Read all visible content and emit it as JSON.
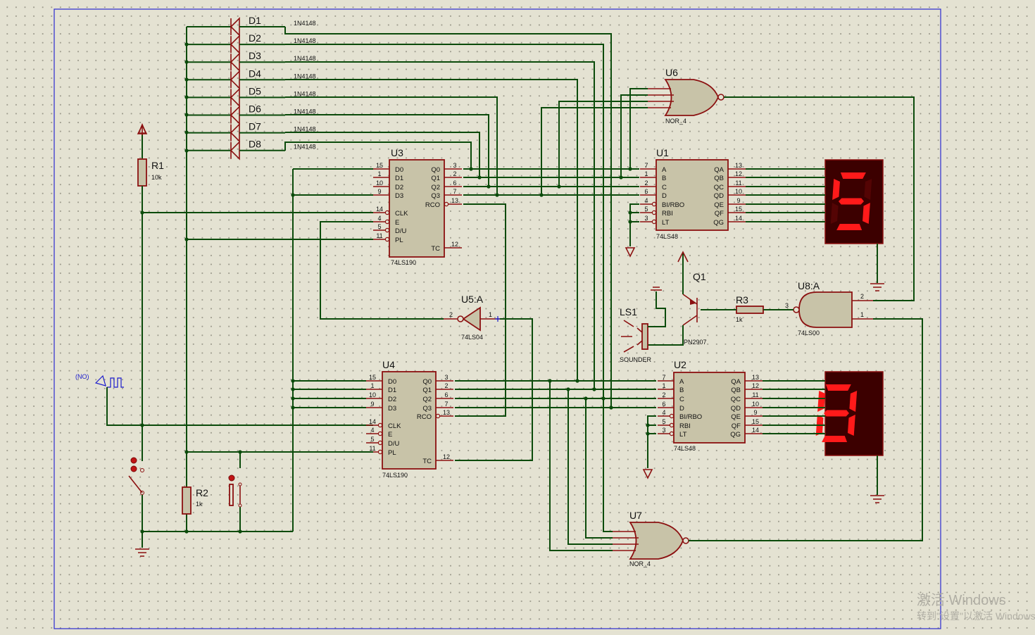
{
  "diodes": [
    {
      "ref": "D1",
      "value": "1N4148"
    },
    {
      "ref": "D2",
      "value": "1N4148"
    },
    {
      "ref": "D3",
      "value": "1N4148"
    },
    {
      "ref": "D4",
      "value": "1N4148"
    },
    {
      "ref": "D5",
      "value": "1N4148"
    },
    {
      "ref": "D6",
      "value": "1N4148"
    },
    {
      "ref": "D7",
      "value": "1N4148"
    },
    {
      "ref": "D8",
      "value": "1N4148"
    }
  ],
  "resistors": {
    "r1": {
      "ref": "R1",
      "value": "10k"
    },
    "r2": {
      "ref": "R2",
      "value": "1k"
    },
    "r3": {
      "ref": "R3",
      "value": "1k"
    }
  },
  "u3": {
    "ref": "U3",
    "part": "74LS190",
    "left_pins": [
      {
        "name": "D0",
        "num": "15"
      },
      {
        "name": "D1",
        "num": "1"
      },
      {
        "name": "D2",
        "num": "10"
      },
      {
        "name": "D3",
        "num": "9"
      },
      {
        "name": "CLK",
        "num": "14"
      },
      {
        "name": "E",
        "num": "4"
      },
      {
        "name": "D/U",
        "num": "5"
      },
      {
        "name": "PL",
        "num": "11"
      }
    ],
    "right_pins": [
      {
        "name": "Q0",
        "num": "3"
      },
      {
        "name": "Q1",
        "num": "2"
      },
      {
        "name": "Q2",
        "num": "6"
      },
      {
        "name": "Q3",
        "num": "7"
      },
      {
        "name": "RCO",
        "num": "13"
      },
      {
        "name": "TC",
        "num": "12"
      }
    ]
  },
  "u4": {
    "ref": "U4",
    "part": "74LS190",
    "left_pins": [
      {
        "name": "D0",
        "num": "15"
      },
      {
        "name": "D1",
        "num": "1"
      },
      {
        "name": "D2",
        "num": "10"
      },
      {
        "name": "D3",
        "num": "9"
      },
      {
        "name": "CLK",
        "num": "14"
      },
      {
        "name": "E",
        "num": "4"
      },
      {
        "name": "D/U",
        "num": "5"
      },
      {
        "name": "PL",
        "num": "11"
      }
    ],
    "right_pins": [
      {
        "name": "Q0",
        "num": "3"
      },
      {
        "name": "Q1",
        "num": "2"
      },
      {
        "name": "Q2",
        "num": "6"
      },
      {
        "name": "Q3",
        "num": "7"
      },
      {
        "name": "RCO",
        "num": "13"
      },
      {
        "name": "TC",
        "num": "12"
      }
    ]
  },
  "u1": {
    "ref": "U1",
    "part": "74LS48",
    "left_pins": [
      {
        "name": "A",
        "num": "7"
      },
      {
        "name": "B",
        "num": "1"
      },
      {
        "name": "C",
        "num": "2"
      },
      {
        "name": "D",
        "num": "6"
      },
      {
        "name": "BI/RBO",
        "num": "4"
      },
      {
        "name": "RBI",
        "num": "5"
      },
      {
        "name": "LT",
        "num": "3"
      }
    ],
    "right_pins": [
      {
        "name": "QA",
        "num": "13"
      },
      {
        "name": "QB",
        "num": "12"
      },
      {
        "name": "QC",
        "num": "11"
      },
      {
        "name": "QD",
        "num": "10"
      },
      {
        "name": "QE",
        "num": "9"
      },
      {
        "name": "QF",
        "num": "15"
      },
      {
        "name": "QG",
        "num": "14"
      }
    ]
  },
  "u2": {
    "ref": "U2",
    "part": "74LS48",
    "left_pins": [
      {
        "name": "A",
        "num": "7"
      },
      {
        "name": "B",
        "num": "1"
      },
      {
        "name": "C",
        "num": "2"
      },
      {
        "name": "D",
        "num": "6"
      },
      {
        "name": "BI/RBO",
        "num": "4"
      },
      {
        "name": "RBI",
        "num": "5"
      },
      {
        "name": "LT",
        "num": "3"
      }
    ],
    "right_pins": [
      {
        "name": "QA",
        "num": "13"
      },
      {
        "name": "QB",
        "num": "12"
      },
      {
        "name": "QC",
        "num": "11"
      },
      {
        "name": "QD",
        "num": "10"
      },
      {
        "name": "QE",
        "num": "9"
      },
      {
        "name": "QF",
        "num": "15"
      },
      {
        "name": "QG",
        "num": "14"
      }
    ]
  },
  "u6": {
    "ref": "U6",
    "part": "NOR_4"
  },
  "u7": {
    "ref": "U7",
    "part": "NOR_4"
  },
  "u5": {
    "ref": "U5:A",
    "part": "74LS04",
    "pin_in": "2",
    "pin_out": "1"
  },
  "u8": {
    "ref": "U8:A",
    "part": "74LS00",
    "pin_a": "2",
    "pin_b": "1",
    "pin_out": "3"
  },
  "q1": {
    "ref": "Q1",
    "part": "PN2907"
  },
  "ls1": {
    "ref": "LS1",
    "part": "SOUNDER"
  },
  "clock": {
    "label": "(NO)"
  },
  "display1": {
    "digit": "5",
    "segments_on": [
      "a",
      "f",
      "g",
      "c",
      "d"
    ]
  },
  "display2": {
    "digit": "8",
    "segments_on": [
      "a",
      "b",
      "c",
      "d",
      "e",
      "f",
      "g"
    ]
  },
  "watermark": {
    "line1": "激活 Windows",
    "line2": "转到\"设置\"以激活 Windows。"
  },
  "colors": {
    "wire": "#0b4b0b",
    "component": "#8b1010",
    "segment_on": "#ff1a1a",
    "display_bg": "#3c0000",
    "sheet_border": "#2a2ad0"
  }
}
